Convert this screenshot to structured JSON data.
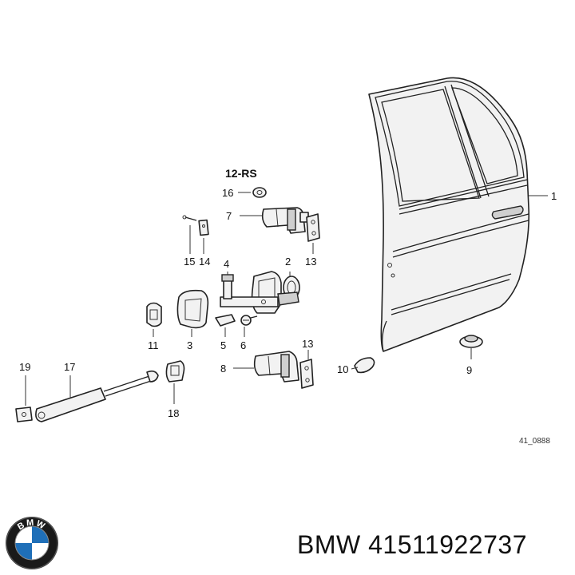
{
  "diagram": {
    "labels": {
      "p1": "1",
      "p2": "2",
      "p3": "3",
      "p4": "4",
      "p5": "5",
      "p6": "6",
      "p7": "7",
      "p8": "8",
      "p9": "9",
      "p10": "10",
      "p11": "11",
      "p12": "12-RS",
      "p13a": "13",
      "p13b": "13",
      "p14": "14",
      "p15": "15",
      "p16": "16",
      "p17": "17",
      "p18": "18",
      "p19": "19"
    },
    "reference_code": "41_0888"
  },
  "brand": {
    "logo_letters": "BMW",
    "part_text": "BMW 41511922737"
  }
}
